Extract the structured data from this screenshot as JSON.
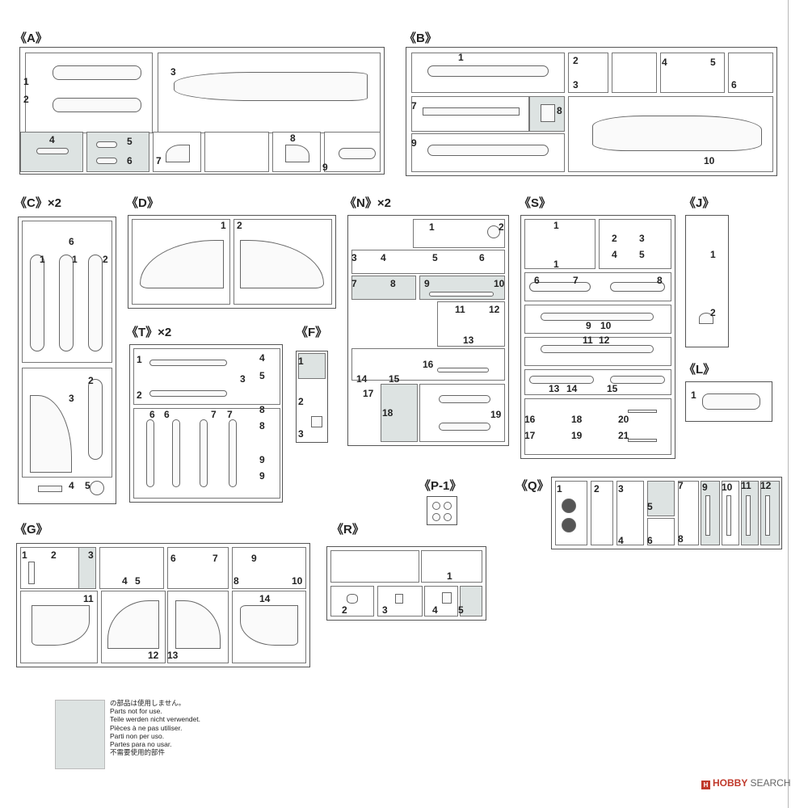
{
  "sprues": {
    "A": {
      "label": "《A》",
      "parts": {
        "p1": "1",
        "p2": "2",
        "p3": "3",
        "p4": "4",
        "p5": "5",
        "p6": "6",
        "p7": "7",
        "p8": "8",
        "p9": "9"
      }
    },
    "B": {
      "label": "《B》",
      "parts": {
        "p1": "1",
        "p2": "2",
        "p3": "3",
        "p4": "4",
        "p5": "5",
        "p6": "6",
        "p7": "7",
        "p8": "8",
        "p9": "9",
        "p10": "10"
      }
    },
    "C": {
      "label": "《C》×2",
      "parts": {
        "p1a": "1",
        "p1b": "1",
        "p2a": "2",
        "p2b": "2",
        "p3": "3",
        "p4": "4",
        "p5": "5",
        "p6": "6"
      }
    },
    "D": {
      "label": "《D》",
      "parts": {
        "p1": "1",
        "p2": "2"
      }
    },
    "N": {
      "label": "《N》×2",
      "parts": {
        "p1": "1",
        "p2": "2",
        "p3": "3",
        "p4": "4",
        "p5": "5",
        "p6": "6",
        "p7": "7",
        "p8": "8",
        "p9": "9",
        "p10": "10",
        "p11": "11",
        "p12": "12",
        "p13": "13",
        "p14": "14",
        "p15": "15",
        "p16": "16",
        "p17": "17",
        "p18": "18",
        "p19": "19"
      }
    },
    "S": {
      "label": "《S》",
      "parts": {
        "p1a": "1",
        "p1b": "1",
        "p2": "2",
        "p3": "3",
        "p4": "4",
        "p5": "5",
        "p6": "6",
        "p7": "7",
        "p8": "8",
        "p9": "9",
        "p10": "10",
        "p11": "11",
        "p12": "12",
        "p13": "13",
        "p14": "14",
        "p15": "15",
        "p16": "16",
        "p17": "17",
        "p18": "18",
        "p19": "19",
        "p20": "20",
        "p21": "21"
      }
    },
    "J": {
      "label": "《J》",
      "parts": {
        "p1": "1",
        "p2": "2"
      }
    },
    "L": {
      "label": "《L》",
      "parts": {
        "p1": "1"
      }
    },
    "T": {
      "label": "《T》×2",
      "parts": {
        "p1": "1",
        "p2": "2",
        "p3": "3",
        "p4": "4",
        "p5": "5",
        "p6a": "6",
        "p6b": "6",
        "p7a": "7",
        "p7b": "7",
        "p8a": "8",
        "p8b": "8",
        "p9a": "9",
        "p9b": "9"
      }
    },
    "F": {
      "label": "《F》",
      "parts": {
        "p1": "1",
        "p2": "2",
        "p3": "3"
      }
    },
    "P1": {
      "label": "《P-1》",
      "parts": {}
    },
    "Q": {
      "label": "《Q》",
      "parts": {
        "p1": "1",
        "p2": "2",
        "p3": "3",
        "p4": "4",
        "p5": "5",
        "p6": "6",
        "p7": "7",
        "p8": "8",
        "p9": "9",
        "p10": "10",
        "p11": "11",
        "p12": "12"
      }
    },
    "G": {
      "label": "《G》",
      "parts": {
        "p1": "1",
        "p2": "2",
        "p3": "3",
        "p4": "4",
        "p5": "5",
        "p6": "6",
        "p7": "7",
        "p8": "8",
        "p9": "9",
        "p10": "10",
        "p11": "11",
        "p12": "12",
        "p13": "13",
        "p14": "14"
      }
    },
    "R": {
      "label": "《R》",
      "parts": {
        "p1": "1",
        "p2": "2",
        "p3": "3",
        "p4": "4",
        "p5": "5"
      }
    }
  },
  "legend": {
    "lines": [
      "の部品は使用しません。",
      "Parts not for use.",
      "Teile werden nicht verwendet.",
      "Pièces à ne pas utiliser.",
      "Parti non per uso.",
      "Partes para no usar.",
      "不需要使用的部件"
    ]
  },
  "watermark": {
    "icon": "H",
    "brand": "HOBBY",
    "suffix": "SEARCH"
  },
  "colors": {
    "shade": "#dde3e2",
    "line": "#555555",
    "ink": "#222222",
    "watermark": "#c0392b"
  }
}
